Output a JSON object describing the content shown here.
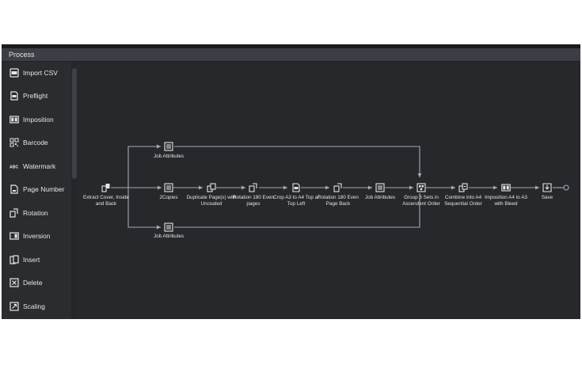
{
  "panel": {
    "title": "Process"
  },
  "tools": [
    {
      "label": "Import CSV",
      "icon": "csv-icon"
    },
    {
      "label": "Preflight",
      "icon": "preflight-icon"
    },
    {
      "label": "Imposition",
      "icon": "imposition-icon"
    },
    {
      "label": "Barcode",
      "icon": "barcode-icon"
    },
    {
      "label": "Watermark",
      "icon": "watermark-icon"
    },
    {
      "label": "Page Number",
      "icon": "page-number-icon"
    },
    {
      "label": "Rotation",
      "icon": "rotation-icon"
    },
    {
      "label": "Inversion",
      "icon": "inversion-icon"
    },
    {
      "label": "Insert",
      "icon": "insert-icon"
    },
    {
      "label": "Delete",
      "icon": "delete-icon"
    },
    {
      "label": "Scaling",
      "icon": "scaling-icon"
    }
  ],
  "workflow": {
    "nodes": [
      {
        "label": "Extract Cover, Inside and Back",
        "icon": "extract-icon"
      },
      {
        "label": "Job Attributes",
        "icon": "job-attributes-icon"
      },
      {
        "label": "2Copies",
        "icon": "copies-icon"
      },
      {
        "label": "Job Attributes",
        "icon": "job-attributes-icon"
      },
      {
        "label": "Duplicate Page(s) with Uncoated",
        "icon": "duplicate-icon"
      },
      {
        "label": "Rotation 180 Even pages",
        "icon": "rotation-icon"
      },
      {
        "label": "Crop A3 to A4 Top at Top Left",
        "icon": "crop-icon"
      },
      {
        "label": "Rotation 180 Even Page Back",
        "icon": "rotation-icon"
      },
      {
        "label": "Job Attributes",
        "icon": "job-attributes-icon"
      },
      {
        "label": "Group 3 Sets in Ascendent Order",
        "icon": "group-icon"
      },
      {
        "label": "Combine into A4 Sequential Order",
        "icon": "combine-icon"
      },
      {
        "label": "Imposition A4 to A3 with Bleed",
        "icon": "imposition-icon"
      },
      {
        "label": "Save",
        "icon": "save-icon"
      }
    ]
  },
  "colors": {
    "background": "#26282c",
    "sidebar": "#2a2c30",
    "header": "#3b3e44",
    "wire": "#a7a9ae",
    "text": "#e4e4e4"
  }
}
